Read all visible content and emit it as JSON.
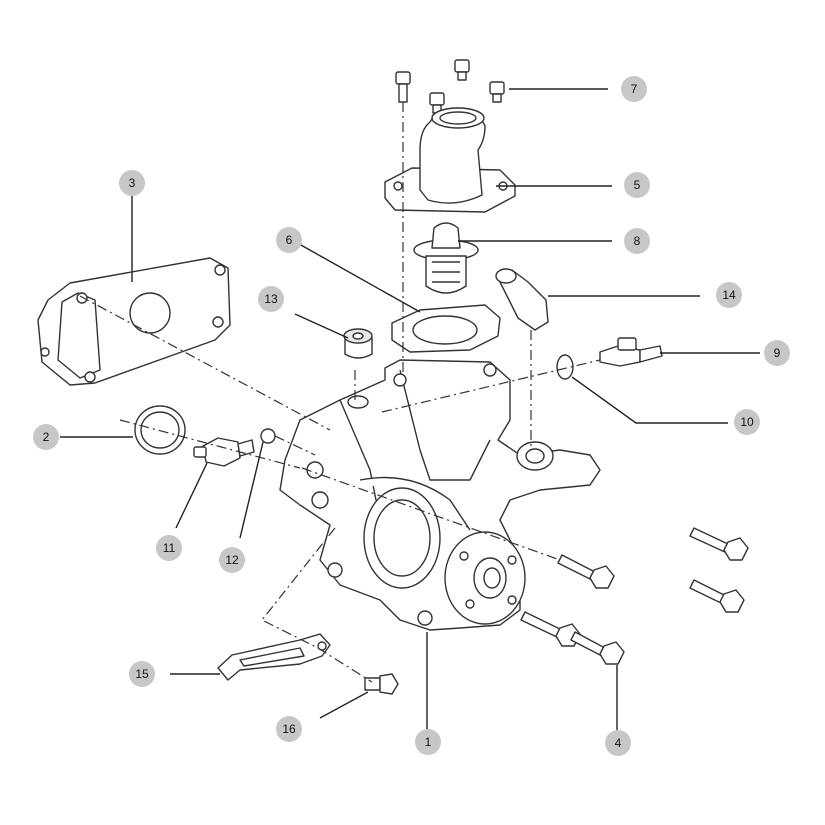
{
  "watermark": "",
  "callouts": [
    {
      "id": "1",
      "label": "1"
    },
    {
      "id": "2",
      "label": "2"
    },
    {
      "id": "3",
      "label": "3"
    },
    {
      "id": "4",
      "label": "4"
    },
    {
      "id": "5",
      "label": "5"
    },
    {
      "id": "6",
      "label": "6"
    },
    {
      "id": "7",
      "label": "7"
    },
    {
      "id": "8",
      "label": "8"
    },
    {
      "id": "9",
      "label": "9"
    },
    {
      "id": "10",
      "label": "10"
    },
    {
      "id": "11",
      "label": "11"
    },
    {
      "id": "12",
      "label": "12"
    },
    {
      "id": "13",
      "label": "13"
    },
    {
      "id": "14",
      "label": "14"
    },
    {
      "id": "15",
      "label": "15"
    },
    {
      "id": "16",
      "label": "16"
    }
  ],
  "colors": {
    "callout_fill": "#c7c7c7",
    "line": "#333333",
    "watermark": "#e55555"
  }
}
